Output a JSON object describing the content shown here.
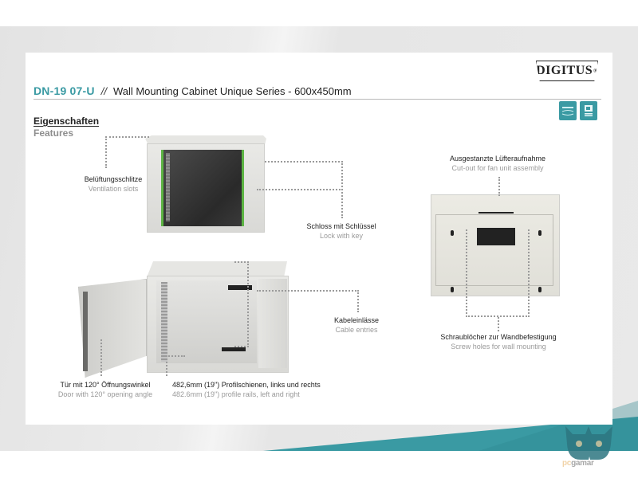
{
  "header": {
    "model": "DN-19 07-U",
    "separator": "//",
    "product": "Wall Mounting Cabinet Unique Series - 600x450mm",
    "brand_logo": "DIGITUS",
    "brand_mark": "®",
    "badges": [
      "flat-pack-icon",
      "wall-mount-icon"
    ]
  },
  "section": {
    "title_de": "Eigenschaften",
    "title_en": "Features"
  },
  "callouts": [
    {
      "de": "Belüftungsschlitze",
      "en": "Ventilation slots"
    },
    {
      "de": "Schloss mit Schlüssel",
      "en": "Lock with key"
    },
    {
      "de": "Ausgestanzte Lüfteraufnahme",
      "en": "Cut-out for fan unit assembly"
    },
    {
      "de": "Kabeleinlässe",
      "en": "Cable entries"
    },
    {
      "de": "Schraublöcher zur Wandbefestigung",
      "en": "Screw holes for wall mounting"
    },
    {
      "de": "Tür mit 120° Öffnungswinkel",
      "en": "Door with 120° opening angle"
    },
    {
      "de": "482,6mm (19\") Profilschienen, links und rechts",
      "en": "482.6mm (19\") profile rails, left and right"
    }
  ],
  "watermark": {
    "prefix": "pc",
    "suffix": "gamar"
  },
  "colors": {
    "accent": "#3a9aa3",
    "green_trim": "#5cb443"
  }
}
